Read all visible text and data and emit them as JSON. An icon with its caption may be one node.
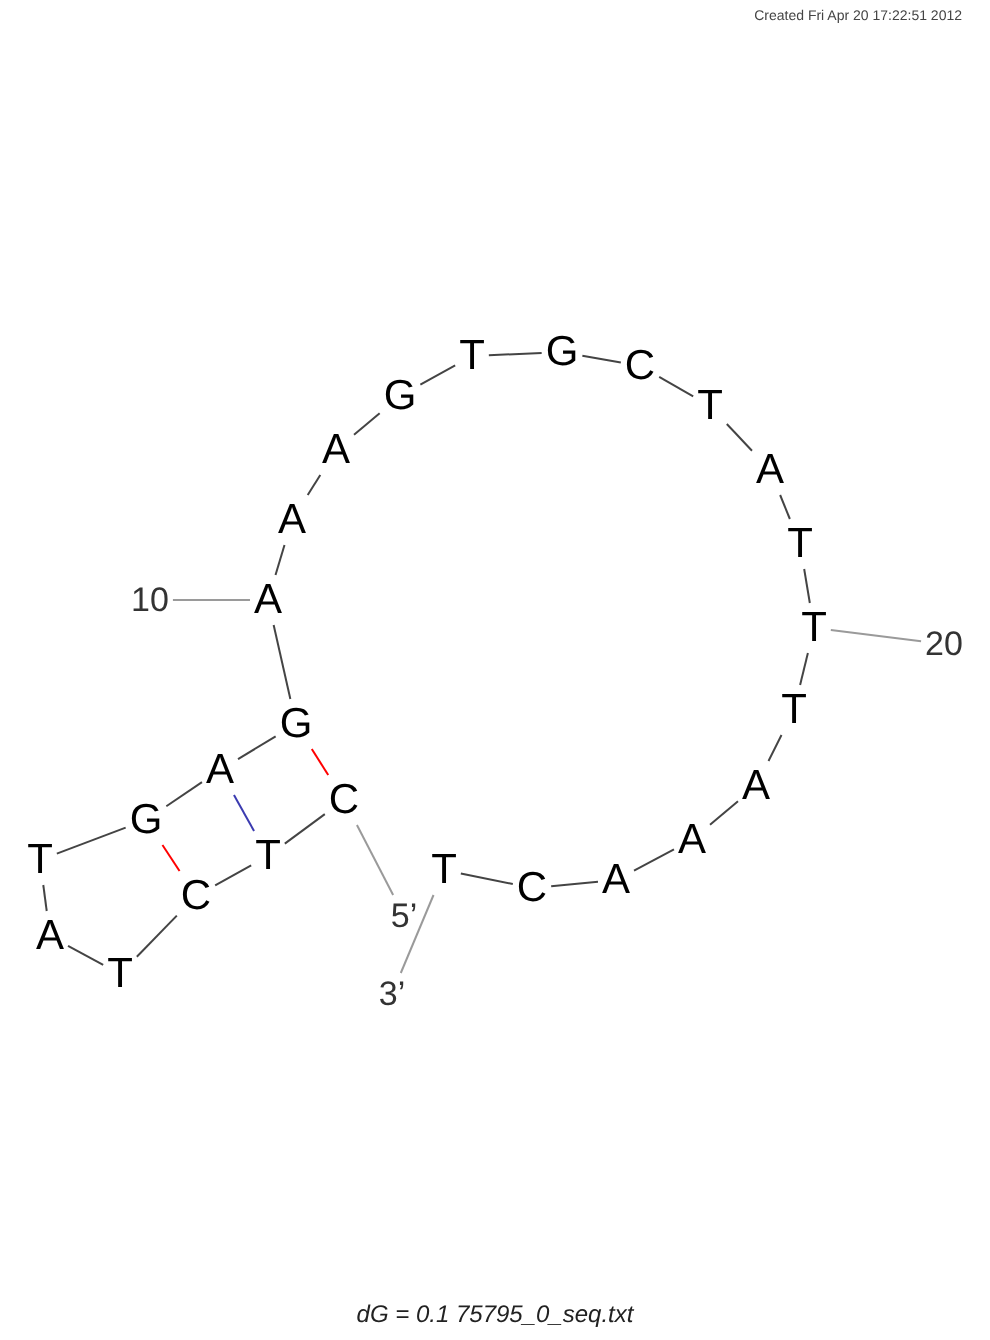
{
  "diagram": {
    "caption": "dG = 0.1 75795_0_seq.txt",
    "nodes": [
      {
        "text": [
          "C"
        ]
      },
      {
        "text": [
          "T"
        ]
      },
      {
        "text": [
          "C"
        ]
      },
      {
        "text": [
          "T"
        ]
      },
      {
        "text": [
          "A"
        ]
      },
      {
        "text": [
          "T"
        ]
      },
      {
        "text": [
          "G"
        ]
      },
      {
        "text": [
          "A"
        ]
      },
      {
        "text": [
          "G"
        ]
      },
      {
        "text": [
          "A"
        ]
      },
      {
        "text": [
          "A"
        ]
      },
      {
        "text": [
          "A"
        ]
      },
      {
        "text": [
          "G"
        ]
      },
      {
        "text": [
          "T"
        ]
      },
      {
        "text": [
          "G"
        ]
      },
      {
        "text": [
          "C"
        ]
      },
      {
        "text": [
          "T"
        ]
      },
      {
        "text": [
          "A"
        ]
      },
      {
        "text": [
          "T"
        ]
      },
      {
        "text": [
          "T"
        ]
      },
      {
        "text": [
          "T"
        ]
      },
      {
        "text": [
          "A"
        ]
      },
      {
        "text": [
          "A"
        ]
      },
      {
        "text": [
          "A"
        ]
      },
      {
        "text": [
          "C"
        ]
      },
      {
        "text": [
          "T"
        ]
      },
      {
        "text": [
          "10"
        ]
      },
      {
        "text": [
          "20"
        ]
      },
      {
        "text": [
          "5’"
        ]
      },
      {
        "text": [
          "3’"
        ]
      }
    ],
    "edges": [
      {
        "from": 0,
        "to": 1,
        "arrow": "none"
      },
      {
        "from": 1,
        "to": 2,
        "arrow": "none"
      },
      {
        "from": 2,
        "to": 3,
        "arrow": "none"
      },
      {
        "from": 3,
        "to": 4,
        "arrow": "none"
      },
      {
        "from": 4,
        "to": 5,
        "arrow": "none"
      },
      {
        "from": 5,
        "to": 6,
        "arrow": "none"
      },
      {
        "from": 6,
        "to": 7,
        "arrow": "none"
      },
      {
        "from": 7,
        "to": 8,
        "arrow": "none"
      },
      {
        "from": 8,
        "to": 9,
        "arrow": "none"
      },
      {
        "from": 9,
        "to": 10,
        "arrow": "none"
      },
      {
        "from": 10,
        "to": 11,
        "arrow": "none"
      },
      {
        "from": 11,
        "to": 12,
        "arrow": "none"
      },
      {
        "from": 12,
        "to": 13,
        "arrow": "none"
      },
      {
        "from": 13,
        "to": 14,
        "arrow": "none"
      },
      {
        "from": 14,
        "to": 15,
        "arrow": "none"
      },
      {
        "from": 15,
        "to": 16,
        "arrow": "none"
      },
      {
        "from": 16,
        "to": 17,
        "arrow": "none"
      },
      {
        "from": 17,
        "to": 18,
        "arrow": "none"
      },
      {
        "from": 18,
        "to": 19,
        "arrow": "none"
      },
      {
        "from": 19,
        "to": 20,
        "arrow": "none"
      },
      {
        "from": 20,
        "to": 21,
        "arrow": "none"
      },
      {
        "from": 21,
        "to": 22,
        "arrow": "none"
      },
      {
        "from": 22,
        "to": 23,
        "arrow": "none"
      },
      {
        "from": 23,
        "to": 24,
        "arrow": "none"
      },
      {
        "from": 24,
        "to": 25,
        "arrow": "none"
      },
      {
        "from": 8,
        "to": 0,
        "arrow": "none",
        "color": "#ff0000"
      },
      {
        "from": 7,
        "to": 1,
        "arrow": "none",
        "color": "#3b3bb0"
      },
      {
        "from": 6,
        "to": 2,
        "arrow": "none",
        "color": "#ff0000"
      },
      {
        "from": 26,
        "to": 9,
        "arrow": "none",
        "color": "#9a9a9a"
      },
      {
        "from": 27,
        "to": 19,
        "arrow": "none",
        "color": "#9a9a9a"
      },
      {
        "from": 0,
        "to": 28,
        "arrow": "none",
        "color": "#9a9a9a"
      },
      {
        "from": 25,
        "to": 29,
        "arrow": "none",
        "color": "#9a9a9a"
      }
    ],
    "labels": [
      "Created Fri Apr 20 17:22:51 2012"
    ]
  }
}
